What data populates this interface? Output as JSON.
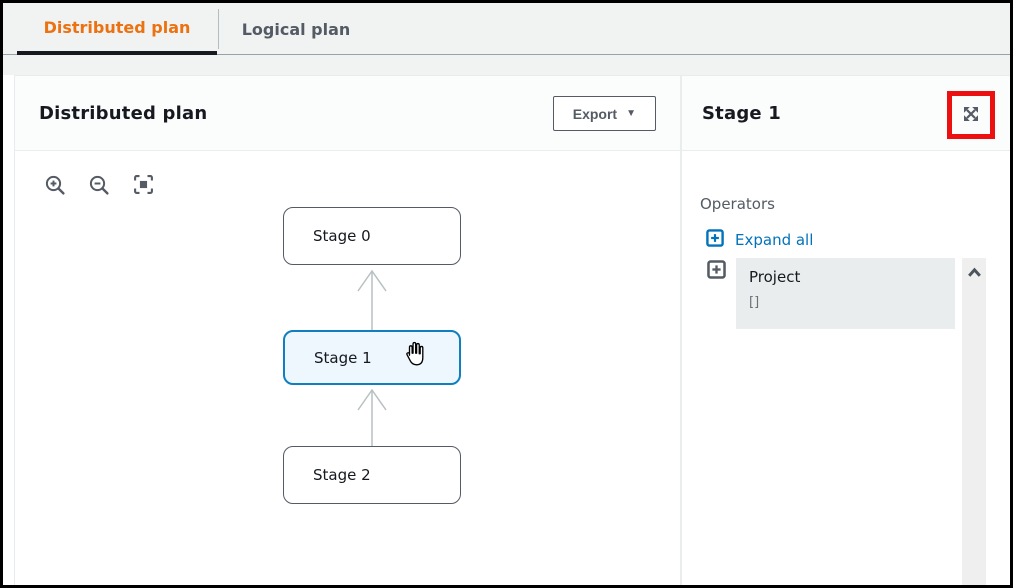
{
  "tabs": {
    "distributed": {
      "label": "Distributed plan",
      "active": true
    },
    "logical": {
      "label": "Logical plan",
      "active": false
    }
  },
  "left_panel": {
    "title": "Distributed plan",
    "export": {
      "label": "Export",
      "caret": "▼"
    },
    "toolbar_icons": [
      "zoom-in",
      "zoom-out",
      "fit-view"
    ],
    "stages": [
      {
        "label": "Stage 0",
        "selected": false
      },
      {
        "label": "Stage 1",
        "selected": true
      },
      {
        "label": "Stage 2",
        "selected": false
      }
    ]
  },
  "right_panel": {
    "title": "Stage 1",
    "operators_heading": "Operators",
    "expand_all_label": "Expand all",
    "operators": [
      {
        "name": "Project",
        "detail": "[]"
      }
    ]
  },
  "colors": {
    "accent_orange": "#ec7211",
    "link_blue": "#0073bb",
    "selected_node_border": "#0f7fbf",
    "selected_node_bg": "#eef7fd",
    "annotation_red": "#ed1010",
    "text_dark": "#16191f",
    "text_gray": "#545b64",
    "arrow_gray": "#b7c0c2"
  }
}
